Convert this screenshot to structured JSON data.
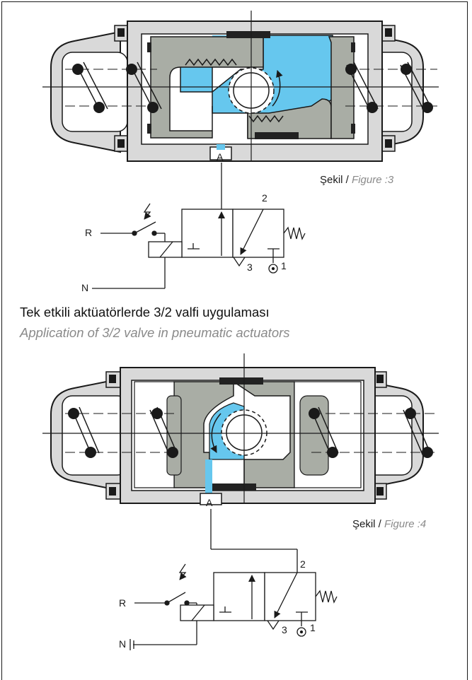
{
  "colors": {
    "housing": "#d9d9d9",
    "piston": "#a9ada5",
    "air": "#66c7ee",
    "stroke": "#1a1a1a",
    "seal": "#222222",
    "caption_en": "#8a8a8a"
  },
  "figure3": {
    "port_a": "A",
    "caption_tr": "Şekil /",
    "caption_en": "Figure :3",
    "valve": {
      "label_r": "R",
      "label_n": "N",
      "port_2": "2",
      "port_3": "3",
      "port_1": "1"
    }
  },
  "heading": {
    "tr": "Tek etkili aktüatörlerde 3/2 valfi uygulaması",
    "en": "Application of 3/2 valve in pneumatic actuators"
  },
  "figure4": {
    "port_a": "A",
    "caption_tr": "Şekil /",
    "caption_en": "Figure :4",
    "valve": {
      "label_r": "R",
      "label_n": "N",
      "port_2": "2",
      "port_3": "3",
      "port_1": "1"
    }
  }
}
